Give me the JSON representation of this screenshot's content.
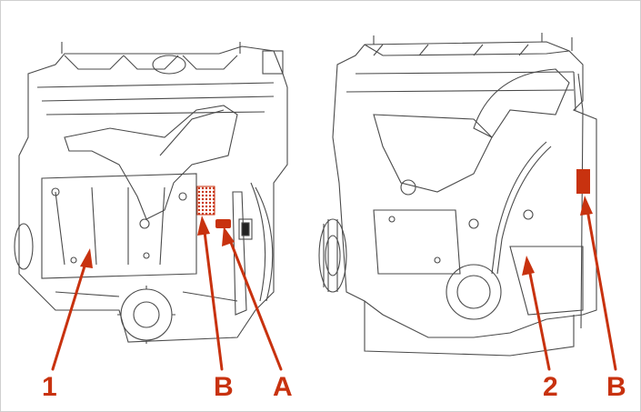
{
  "labels": {
    "engine_left_part": "1",
    "left_location_b": "B",
    "left_location_a": "A",
    "engine_right_part": "2",
    "right_location_b": "B"
  },
  "colors": {
    "callout": "#c8320f",
    "line_art": "#4a4a4a"
  }
}
